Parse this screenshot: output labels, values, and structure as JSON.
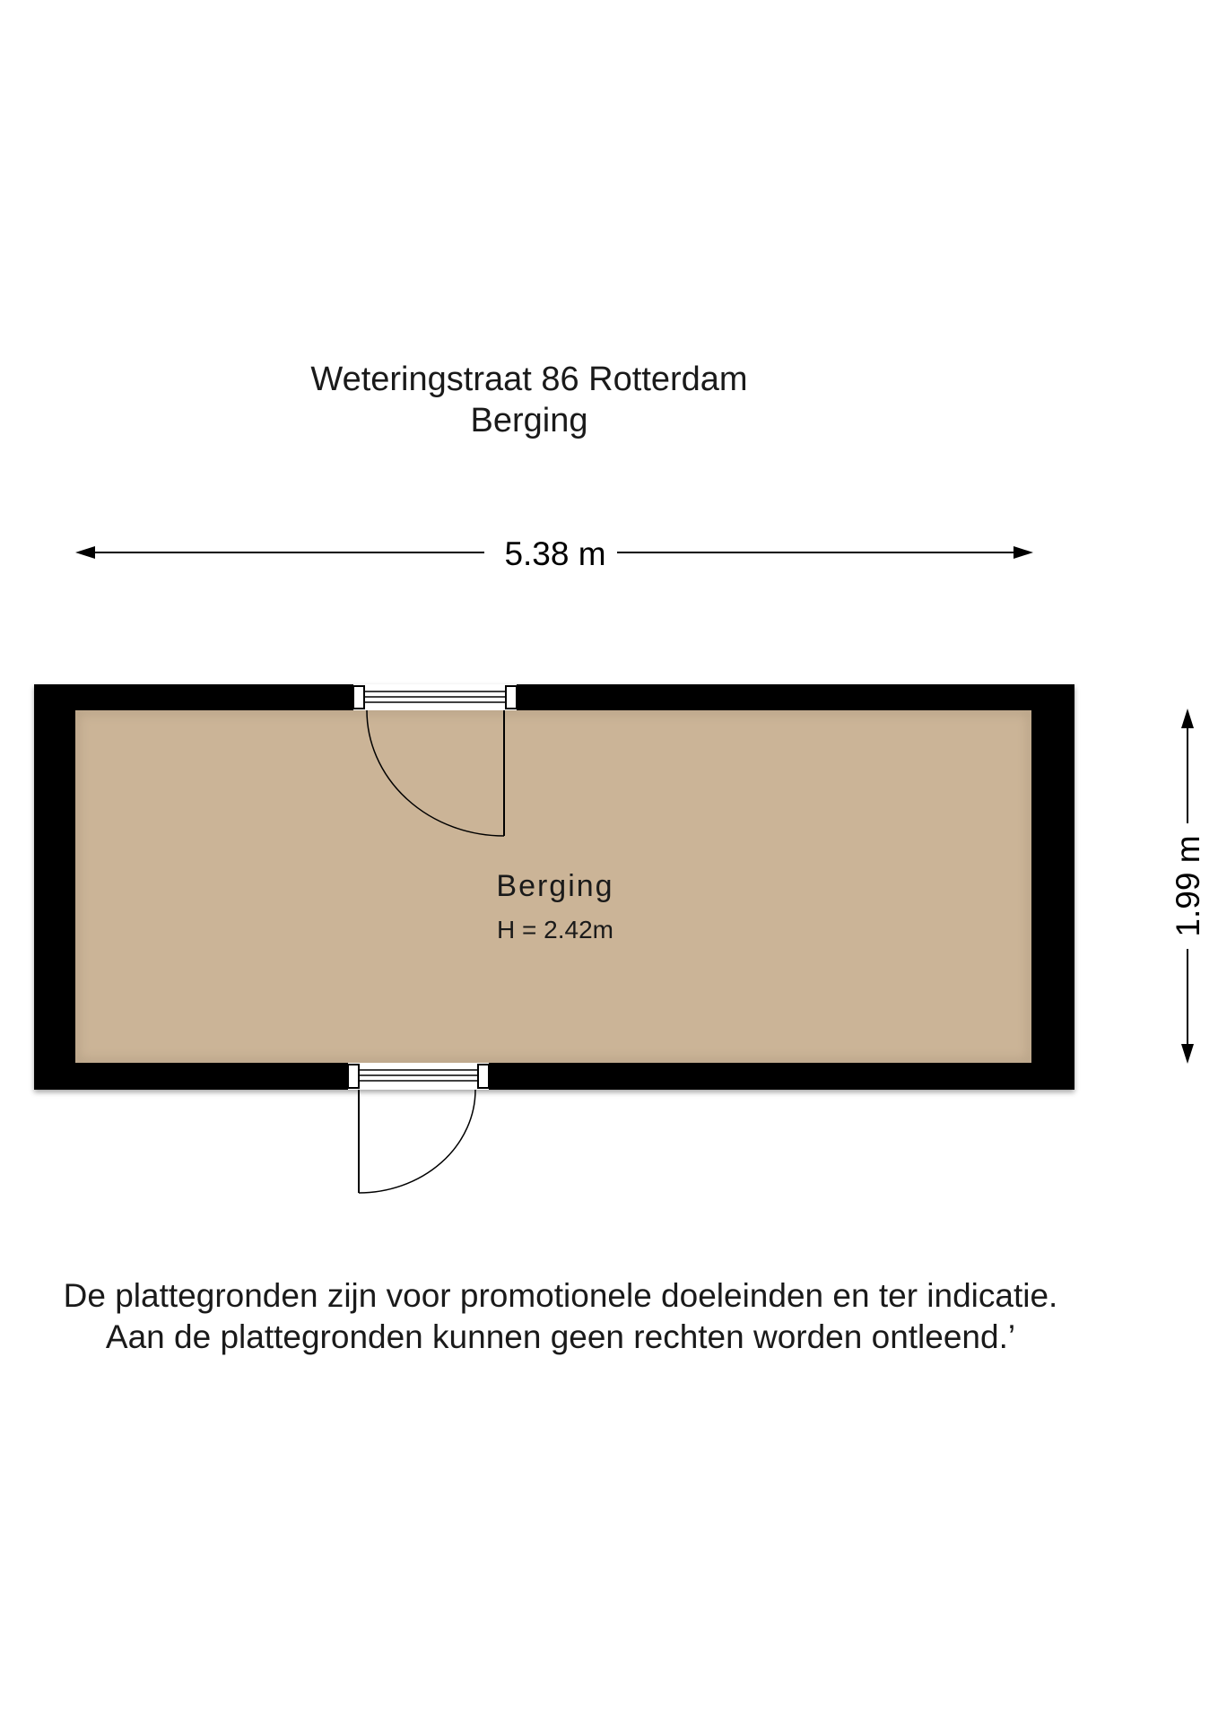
{
  "header": {
    "address": "Weteringstraat 86 Rotterdam",
    "floor_name": "Berging"
  },
  "dimensions": {
    "width_label": "5.38 m",
    "depth_label": "1.99 m"
  },
  "room": {
    "name": "Berging",
    "height_label": "H = 2.42m"
  },
  "colors": {
    "floor": "#cbb497",
    "wall": "#000000",
    "line": "#000000"
  },
  "footer": {
    "line1": "De plattegronden zijn voor promotionele doeleinden en ter indicatie.",
    "line2": "Aan de plattegronden kunnen geen rechten worden ontleend.’"
  }
}
